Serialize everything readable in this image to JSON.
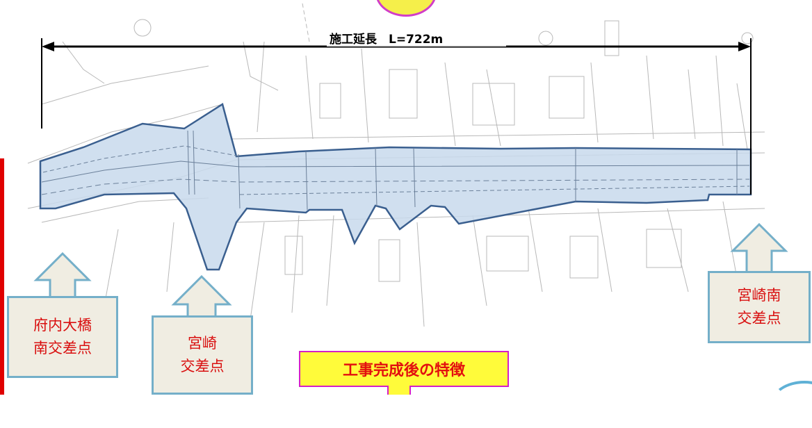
{
  "plan": {
    "length_label": "施工延長　L=722m"
  },
  "callouts": {
    "funai_ohashi": {
      "line1": "府内大橋",
      "line2": "南交差点"
    },
    "miyazaki": {
      "line1": "宮崎",
      "line2": "交差点"
    },
    "miyazaki_minami": {
      "line1": "宮崎南",
      "line2": "交差点"
    }
  },
  "feature_box": {
    "label": "工事完成後の特徴"
  },
  "colors": {
    "road_fill": "#c8d9ec",
    "road_outline": "#3a5f8f",
    "callout_border": "#74afc9",
    "callout_fill": "#f0ede2",
    "callout_text": "#d90f0f",
    "feature_fill": "#fffb3a",
    "feature_border": "#d41ec8"
  }
}
